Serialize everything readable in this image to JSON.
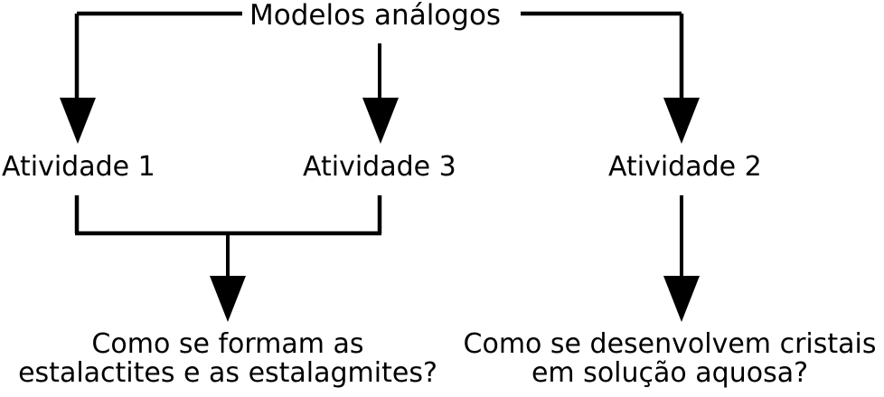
{
  "diagram": {
    "type": "flowchart",
    "orientation": "top-down",
    "background_color": "#ffffff",
    "line_color": "#000000",
    "root": {
      "id": "modelos-analogos",
      "label": "Modelos análogos"
    },
    "activities": [
      {
        "id": "atividade-1",
        "label": "Atividade 1"
      },
      {
        "id": "atividade-3",
        "label": "Atividade 3"
      },
      {
        "id": "atividade-2",
        "label": "Atividade 2"
      }
    ],
    "questions": [
      {
        "id": "question-estalactites",
        "lines": [
          "Como se formam as",
          "estalactites e as estalagmites?"
        ]
      },
      {
        "id": "question-cristais",
        "lines": [
          "Como se desenvolvem cristais",
          "em solução aquosa?"
        ]
      }
    ],
    "connectors": [
      {
        "id": "root-to-atividade-1",
        "from": "modelos-analogos",
        "to": "atividade-1"
      },
      {
        "id": "root-to-atividade-3",
        "from": "modelos-analogos",
        "to": "atividade-3"
      },
      {
        "id": "root-to-atividade-2",
        "from": "modelos-analogos",
        "to": "atividade-2"
      },
      {
        "id": "atividades-1-3-to-question-estalactites",
        "from": "atividade-1,atividade-3",
        "to": "question-estalactites"
      },
      {
        "id": "atividade-2-to-question-cristais",
        "from": "atividade-2",
        "to": "question-cristais"
      }
    ]
  }
}
